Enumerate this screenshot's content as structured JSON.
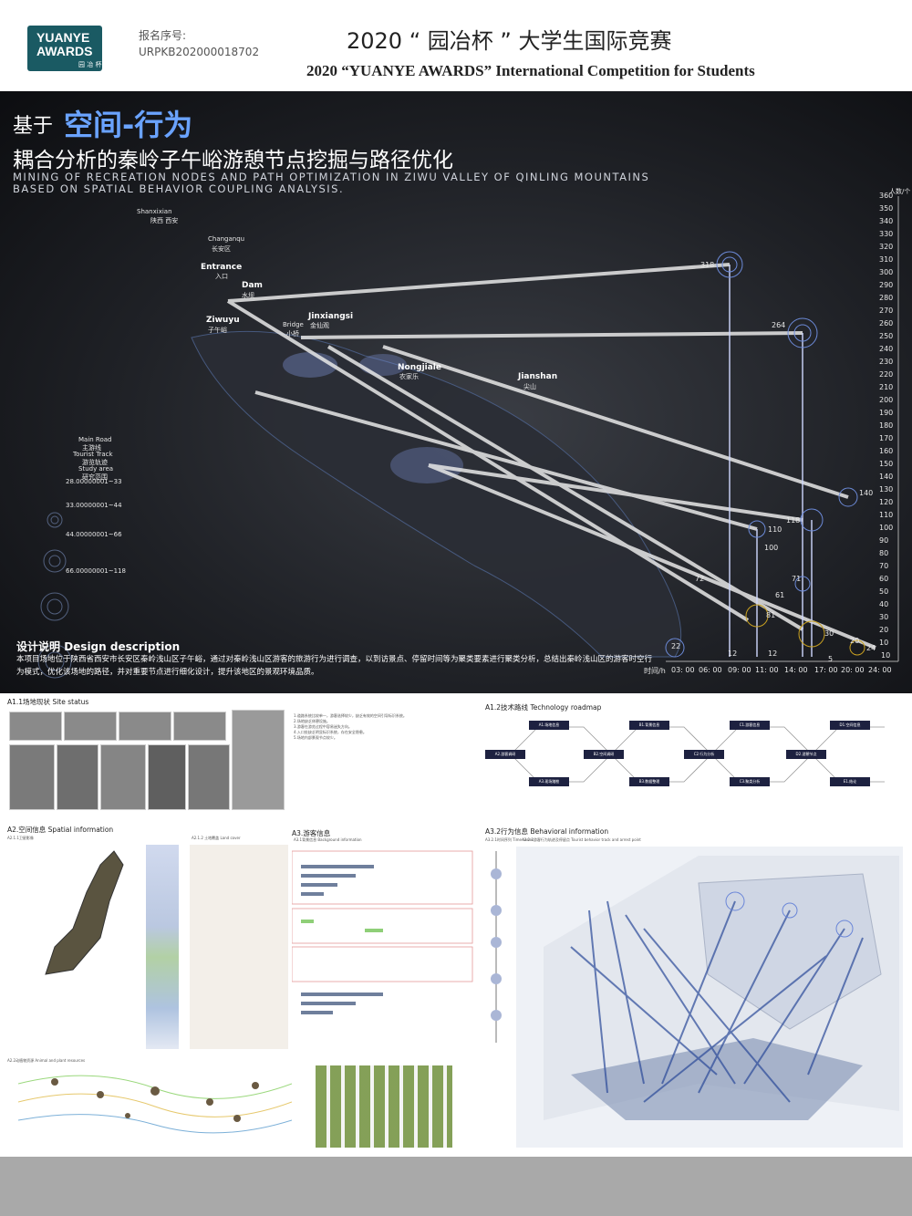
{
  "header": {
    "logo_line1": "YUANYE",
    "logo_line2": "AWARDS",
    "logo_sub": "园 冶 杯",
    "reg_label": "报名序号:",
    "reg_number": "URPKB202000018702",
    "title_cn": "2020 “ 园冶杯 ” 大学生国际竞赛",
    "title_en": "2020 “YUANYE AWARDS” International Competition for  Students"
  },
  "hero": {
    "title_prefix": "基于",
    "title_highlight": "空间-行为",
    "title_line2": "耦合分析的秦岭子午峪游憩节点挖掘与路径优化",
    "title_en": "Mining of recreation nodes and path optimization in Ziwu valley of Qinling Mountains based on spatial behavior coupling analysis.",
    "accent_color": "#6aa3ff",
    "map_labels": {
      "shaanxi": "Shanxixian",
      "shaanxi_cn": "陕西 西安",
      "changanqu": "Changanqu",
      "changanqu_cn": "长安区",
      "entrance": "Entrance",
      "entrance_cn": "入口",
      "dam": "Dam",
      "dam_cn": "水坝",
      "ziwuyu": "Ziwuyu",
      "ziwuyu_cn": "子午峪",
      "jinxian": "Jinxiangsi",
      "jinxian_cn": "金仙观",
      "nongjiale": "Nongjiale",
      "nongjiale_cn": "农家乐",
      "jianshan": "Jianshan",
      "jianshan_cn": "尖山",
      "bridge": "Bridge",
      "bridge_cn": "小桥",
      "main_road": "Main Road",
      "main_road_cn": "主游线",
      "tourist_track": "Tourist Track",
      "tourist_track_cn": "游览轨迹",
      "study_area": "Study area",
      "study_area_cn": "研究范围"
    },
    "legend_values": [
      "28.00000001~33",
      "33.00000001~44",
      "44.00000001~66",
      "66.00000001~118"
    ],
    "y_axis_unit": "人数/个",
    "y_ticks": [
      "360",
      "350",
      "340",
      "330",
      "320",
      "310",
      "300",
      "290",
      "280",
      "270",
      "260",
      "250",
      "240",
      "230",
      "220",
      "210",
      "200",
      "190",
      "180",
      "170",
      "160",
      "150",
      "140",
      "130",
      "120",
      "110",
      "100",
      "90",
      "80",
      "70",
      "60",
      "50",
      "40",
      "30",
      "20",
      "10"
    ],
    "x_axis_label": "时间/h",
    "x_ticks": [
      "03: 00",
      "06: 00",
      "09: 00",
      "11: 00",
      "14: 00",
      "17: 00",
      "20: 00",
      "24: 00"
    ],
    "peak_values": [
      "318",
      "264",
      "140",
      "118",
      "110",
      "100",
      "71",
      "61",
      "72",
      "81",
      "30",
      "22",
      "12",
      "12",
      "20",
      "5",
      "10",
      "24"
    ],
    "desc_heading_cn": "设计说明",
    "desc_heading_en": "Design description",
    "description": "本项目场地位于陕西省西安市长安区秦岭浅山区子午峪，通过对秦岭浅山区游客的旅游行为进行调查，以到访景点、停留时间等为聚类要素进行聚类分析，总结出秦岭浅山区的游客时空行为模式，优化该场地的路径，并对重要节点进行细化设计，提升该地区的景观环境品质。"
  },
  "sections": {
    "a11": "A1.1场地现状  Site status",
    "a12": "A1.2技术路线  Technology roadmap",
    "a2": "A2.空间信息      Spatial information",
    "a21": "A2.1.1卫星影像",
    "a22": "A2.1.2 土地覆盖  Land cover",
    "a23": "A2.2动植物资源  Animal and plant resources",
    "a3": "A3.游客信息",
    "a31": "A3.1背景信息  Background information",
    "a32": "A3.2行为信息 Behavioral information",
    "a32sub": "A3.2.1时间序列  Time series",
    "a32sub2": "A3.2.2游客行为轨迹及停留点  Tourist behavior track and arrest point",
    "roadmap_nodes": [
      "A1.场地信息",
      "B1.背景信息",
      "C1.游客信息",
      "D1.空间信息",
      "A2.游客调研",
      "B2.空间调研",
      "C2.行为分析",
      "D2.游憩节点",
      "A3.现场踏勘",
      "B3.数据整理",
      "C3.聚类分析",
      "E1.结论"
    ],
    "notes": [
      "1.道路系统比较单一，游客选择较少，缺乏有效的空间引导标识系统。",
      "2.场地缺乏休憩设施。",
      "3.游客在游览过程中容易迷失方向。",
      "4.入口处缺乏明显标识系统，存在安全隐患。",
      "5.场地内部景观节点较少。"
    ]
  }
}
